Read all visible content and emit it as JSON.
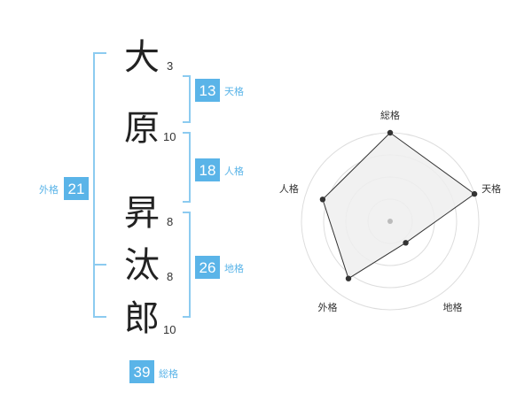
{
  "name_characters": [
    {
      "char": "大",
      "strokes": "3"
    },
    {
      "char": "原",
      "strokes": "10"
    },
    {
      "char": "昇",
      "strokes": "8"
    },
    {
      "char": "汰",
      "strokes": "8"
    },
    {
      "char": "郎",
      "strokes": "10"
    }
  ],
  "badges": {
    "tenkaku": {
      "value": "13",
      "label": "天格"
    },
    "jinkaku": {
      "value": "18",
      "label": "人格"
    },
    "chikaku": {
      "value": "26",
      "label": "地格"
    },
    "gaikaku": {
      "value": "21",
      "label": "外格"
    },
    "soukaku": {
      "value": "39",
      "label": "総格"
    }
  },
  "colors": {
    "accent": "#5ab4e8",
    "bracket": "#8ccbf0",
    "grid": "#dddddd",
    "fill": "#efefef",
    "line": "#333333"
  },
  "chart_data": {
    "type": "radar",
    "axes": [
      "総格",
      "天格",
      "地格",
      "外格",
      "人格"
    ],
    "values": [
      1.0,
      1.0,
      0.3,
      0.8,
      0.8
    ],
    "range": [
      0,
      1
    ],
    "rings": 4
  }
}
